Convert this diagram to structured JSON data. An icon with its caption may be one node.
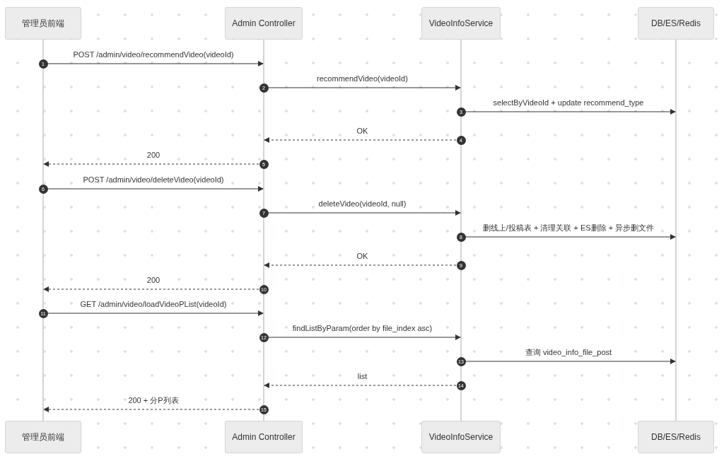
{
  "diagram": {
    "nodes": [
      {
        "text": [
          "管理员前端"
        ]
      },
      {
        "text": [
          "Admin Controller"
        ]
      },
      {
        "text": [
          "VideoInfoService"
        ]
      },
      {
        "text": [
          "DB/ES/Redis"
        ]
      },
      {
        "text": [
          "管理员前端"
        ]
      },
      {
        "text": [
          "Admin Controller"
        ]
      },
      {
        "text": [
          "VideoInfoService"
        ]
      },
      {
        "text": [
          "DB/ES/Redis"
        ]
      },
      {
        "text": [],
        "shape": "bar"
      },
      {
        "text": [],
        "shape": "bar"
      },
      {
        "text": [],
        "shape": "bar"
      },
      {
        "text": [],
        "shape": "bar"
      }
    ],
    "edges": [
      {
        "from": 8,
        "to": 9,
        "arrow": "to",
        "label": "POST /admin/video/recommendVideo(videoId)"
      },
      {
        "from": 9,
        "to": 10,
        "arrow": "to",
        "label": "recommendVideo(videoId)"
      },
      {
        "from": 10,
        "to": 11,
        "arrow": "to",
        "label": "selectByVideoId + update recommend_type"
      },
      {
        "from": 10,
        "to": 9,
        "arrow": "to",
        "label": "OK",
        "style": "dashed"
      },
      {
        "from": 9,
        "to": 8,
        "arrow": "to",
        "label": "200",
        "style": "dashed"
      },
      {
        "from": 8,
        "to": 9,
        "arrow": "to",
        "label": "POST /admin/video/deleteVideo(videoId)"
      },
      {
        "from": 9,
        "to": 10,
        "arrow": "to",
        "label": "deleteVideo(videoId, null)"
      },
      {
        "from": 10,
        "to": 11,
        "arrow": "to",
        "label": "删线上/投稿表 + 清理关联 + ES删除 + 异步删文件"
      },
      {
        "from": 10,
        "to": 9,
        "arrow": "to",
        "label": "OK",
        "style": "dashed"
      },
      {
        "from": 9,
        "to": 8,
        "arrow": "to",
        "label": "200",
        "style": "dashed"
      },
      {
        "from": 8,
        "to": 9,
        "arrow": "to",
        "label": "GET /admin/video/loadVideoPList(videoId)"
      },
      {
        "from": 9,
        "to": 10,
        "arrow": "to",
        "label": "findListByParam(order by file_index asc)"
      },
      {
        "from": 10,
        "to": 11,
        "arrow": "to",
        "label": "查询 video_info_file_post"
      },
      {
        "from": 10,
        "to": 9,
        "arrow": "to",
        "label": "list",
        "style": "dashed"
      },
      {
        "from": 9,
        "to": 8,
        "arrow": "to",
        "label": "200 + 分P列表",
        "style": "dashed"
      }
    ],
    "labels": [
      "1",
      "2",
      "3",
      "4",
      "5",
      "6",
      "7",
      "8",
      "9",
      "10",
      "11",
      "12",
      "13",
      "14",
      "15"
    ]
  }
}
